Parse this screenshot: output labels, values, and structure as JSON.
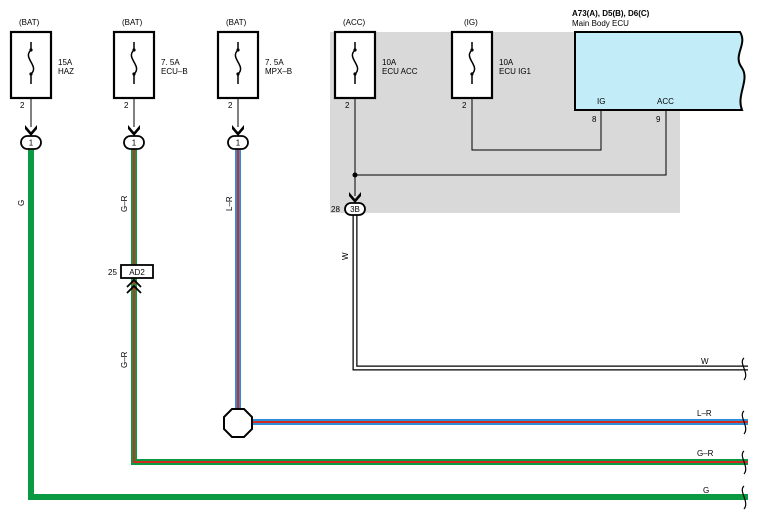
{
  "fuses": [
    {
      "supply": "(BAT)",
      "rating": "15A",
      "name": "HAZ",
      "pin": "2"
    },
    {
      "supply": "(BAT)",
      "rating": "7. 5A",
      "name": "ECU–B",
      "pin": "2"
    },
    {
      "supply": "(BAT)",
      "rating": "7. 5A",
      "name": "MPX–B",
      "pin": "2"
    },
    {
      "supply": "(ACC)",
      "rating": "10A",
      "name": "ECU ACC",
      "pin": "2"
    },
    {
      "supply": "(IG)",
      "rating": "10A",
      "name": "ECU IG1",
      "pin": "2"
    }
  ],
  "connectors": {
    "c1": "1",
    "c2": "1",
    "c3": "1",
    "c3b": "3B",
    "c3b_pin": "28",
    "ad2": "AD2",
    "ad2_pin": "25"
  },
  "ecu": {
    "code": "A73(A), D5(B), D6(C)",
    "name": "Main Body ECU",
    "ig_label": "IG",
    "ig_pin": "8",
    "acc_label": "ACC",
    "acc_pin": "9"
  },
  "wires": {
    "w_left": "G",
    "w2_top": "G–R",
    "w2_bottom": "G–R",
    "w3": "L–R",
    "w4": "W",
    "right_w": "W",
    "right_lr": "L–R",
    "right_gr": "G–R",
    "right_g": "G"
  },
  "colors": {
    "green": "#0b9a44",
    "red": "#d42b1e",
    "blue": "#2f8fd8",
    "ecu_fill": "#c2ecf8",
    "shade": "#d9d9d9"
  }
}
